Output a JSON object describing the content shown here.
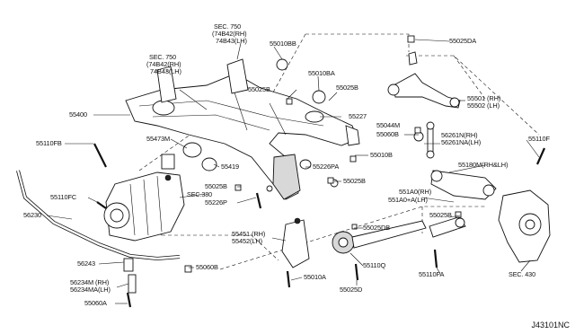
{
  "labels": {
    "l_sec750_a": "SEC. 750",
    "l_74842_a": "(74B42(RH)",
    "l_74843_a": "74B43(LH)",
    "l_sec750_b": "SEC. 750",
    "l_74842_b": "(74B42(RH)",
    "l_74843_b": "74B43(LH)",
    "l_55010bb": "55010BB",
    "l_55025da": "55025DA",
    "l_55010ba": "55010BA",
    "l_55025b_1": "55025B",
    "l_55025b_2": "55025B",
    "l_55227": "55227",
    "l_55400": "55400",
    "l_55501": "55501 (RH)",
    "l_55502": "55502 (LH)",
    "l_55044m": "55044M",
    "l_55060b_1": "55060B",
    "l_56261n": "56261N(RH)",
    "l_56261na": "56261NA(LH)",
    "l_55110f": "55110F",
    "l_55110fb": "55110FB",
    "l_55473m": "55473M",
    "l_55419": "55419",
    "l_55010b": "55010B",
    "l_55226pa": "55226PA",
    "l_55180m": "55180M(RH&LH)",
    "l_55025b_3": "55025B",
    "l_55025b_4": "55025B",
    "l_sec380": "SEC.380",
    "l_55110fc": "55110FC",
    "l_55226p": "55226P",
    "l_551a0": "551A0(RH)",
    "l_551a0a": "551A0+A(LH)",
    "l_55025b_5": "55025B",
    "l_56230": "56230",
    "l_55451": "55451 (RH)",
    "l_55452": "55452(LH)",
    "l_55025db": "55025DB",
    "l_56243": "56243",
    "l_55060b_2": "55060B",
    "l_55110q": "55110Q",
    "l_55110fa": "55110FA",
    "l_sec430": "SEC. 430",
    "l_56234m": "56234M (RH)",
    "l_56234ma": "56234MA(LH)",
    "l_55010a": "55010A",
    "l_55025d": "55025D",
    "l_55060a": "55060A",
    "diagram_id": "J43101NC"
  }
}
